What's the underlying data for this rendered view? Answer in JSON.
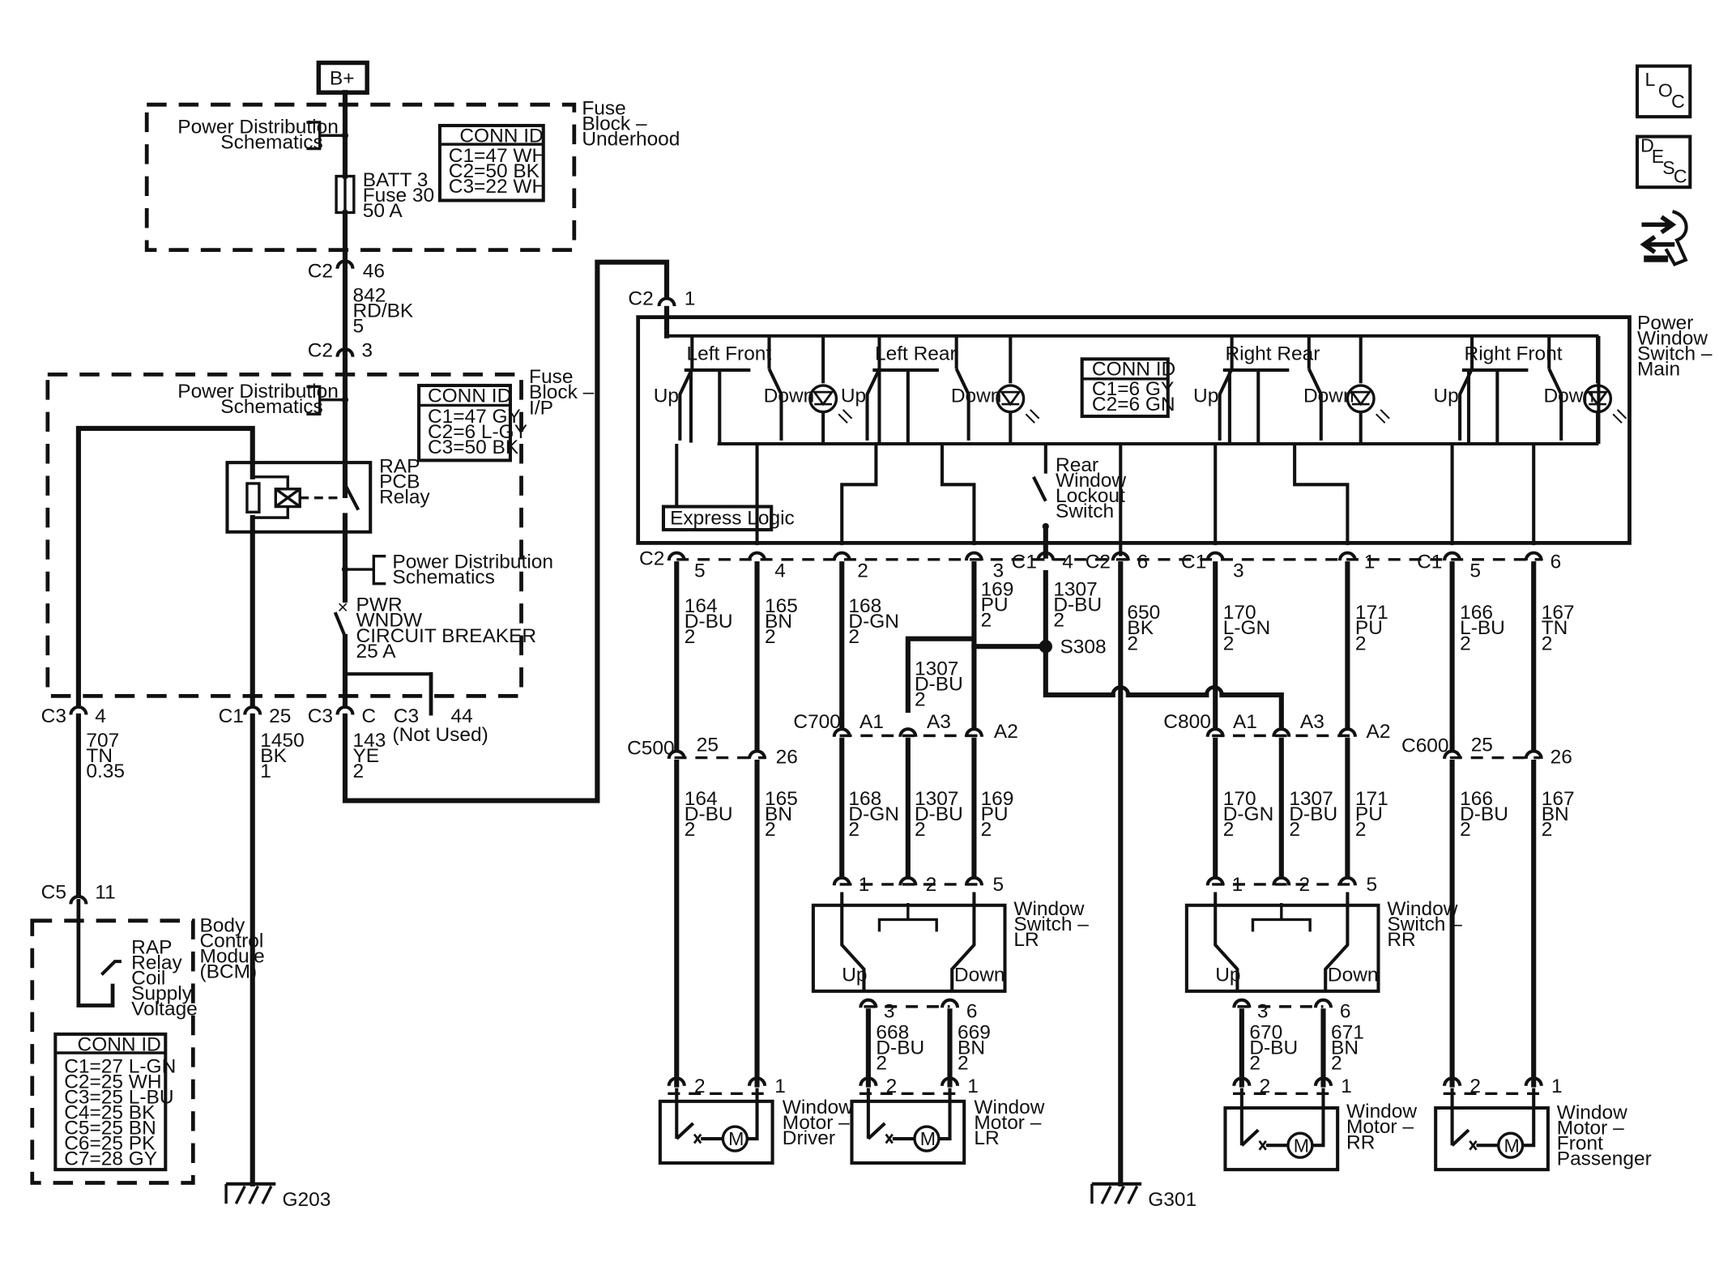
{
  "nav": {
    "loc": [
      "L",
      "O",
      "C"
    ],
    "desc": [
      "D",
      "E",
      "S",
      "C"
    ]
  },
  "supply": {
    "bplus": "B+",
    "pds": [
      "Power Distribution",
      "Schematics"
    ],
    "fuse": [
      "BATT 3",
      "Fuse 30",
      "50 A"
    ],
    "fuse_block_uh": [
      "Fuse",
      "Block –",
      "Underhood"
    ],
    "conn_uh": {
      "title": "CONN ID",
      "rows": [
        "C1=47 WH",
        "C2=50 BK",
        "C3=22 WH"
      ]
    },
    "c2_46": [
      "C2",
      "46"
    ],
    "wire842": [
      "842",
      "RD/BK",
      "5"
    ],
    "c2_3": [
      "C2",
      "3"
    ],
    "fuse_block_ip": [
      "Fuse",
      "Block –",
      "I/P"
    ],
    "conn_ip": {
      "title": "CONN ID",
      "rows": [
        "C1=47 GY",
        "C2=6 L-GY",
        "C3=50 BK"
      ]
    },
    "relay": [
      "RAP",
      "PCB",
      "Relay"
    ],
    "breaker": [
      "PWR",
      "WNDW",
      "CIRCUIT BREAKER",
      "25 A"
    ],
    "c3_4": [
      "C3",
      "4"
    ],
    "c1_25": [
      "C1",
      "25"
    ],
    "c3_c": [
      "C3",
      "C"
    ],
    "c3_44": [
      "C3",
      "44",
      "(Not Used)"
    ],
    "wire707": [
      "707",
      "TN",
      "0.35"
    ],
    "wire1450": [
      "1450",
      "BK",
      "1"
    ],
    "wire143": [
      "143",
      "YE",
      "2"
    ],
    "c5_11": [
      "C5",
      "11"
    ],
    "bcm": [
      "Body",
      "Control",
      "Module",
      "(BCM)"
    ],
    "bcm_relay": [
      "RAP",
      "Relay",
      "Coil",
      "Supply",
      "Voltage"
    ],
    "conn_bcm": {
      "title": "CONN ID",
      "rows": [
        "C1=27 L-GN",
        "C2=25 WH",
        "C3=25 L-BU",
        "C4=25 BK",
        "C5=25 BN",
        "C6=25 PK",
        "C7=28 GY"
      ]
    },
    "g203": "G203"
  },
  "main_switch": {
    "c2_1": [
      "C2",
      "1"
    ],
    "name": [
      "Power",
      "Window",
      "Switch –",
      "Main"
    ],
    "conn": {
      "title": "CONN ID",
      "rows": [
        "C1=6 GY",
        "C2=6 GN"
      ]
    },
    "sections": [
      "Left Front",
      "Left Rear",
      "Right Rear",
      "Right Front"
    ],
    "up": "Up",
    "down": "Down",
    "express": "Express Logic",
    "lockout": [
      "Rear",
      "Window",
      "Lockout",
      "Switch"
    ],
    "pins": {
      "c2": "C2",
      "p5": "5",
      "p4": "4",
      "p2": "2",
      "p3": "3",
      "c1a": "C1",
      "p4b": "4",
      "c2b": "C2",
      "p6": "6",
      "c1b": "C1",
      "p3b": "3",
      "p1": "1",
      "c1c": "C1",
      "p5c": "5",
      "p6c": "6"
    },
    "s308": "S308"
  },
  "wires": {
    "w164": [
      "164",
      "D-BU",
      "2"
    ],
    "w165": [
      "165",
      "BN",
      "2"
    ],
    "w168": [
      "168",
      "D-GN",
      "2"
    ],
    "w169": [
      "169",
      "PU",
      "2"
    ],
    "w1307a": [
      "1307",
      "D-BU",
      "2"
    ],
    "w650": [
      "650",
      "BK",
      "2"
    ],
    "w170": [
      "170",
      "L-GN",
      "2"
    ],
    "w171": [
      "171",
      "PU",
      "2"
    ],
    "w166": [
      "166",
      "L-BU",
      "2"
    ],
    "w167": [
      "167",
      "TN",
      "2"
    ],
    "w1307b": [
      "1307",
      "D-BU",
      "2"
    ],
    "w164b": [
      "164",
      "D-BU",
      "2"
    ],
    "w165b": [
      "165",
      "BN",
      "2"
    ],
    "w168b": [
      "168",
      "D-GN",
      "2"
    ],
    "w1307c": [
      "1307",
      "D-BU",
      "2"
    ],
    "w169b": [
      "169",
      "PU",
      "2"
    ],
    "w170b": [
      "170",
      "D-GN",
      "2"
    ],
    "w1307d": [
      "1307",
      "D-BU",
      "2"
    ],
    "w171b": [
      "171",
      "PU",
      "2"
    ],
    "w166b": [
      "166",
      "D-BU",
      "2"
    ],
    "w167b": [
      "167",
      "BN",
      "2"
    ],
    "w668": [
      "668",
      "D-BU",
      "2"
    ],
    "w669": [
      "669",
      "BN",
      "2"
    ],
    "w670": [
      "670",
      "D-BU",
      "2"
    ],
    "w671": [
      "671",
      "BN",
      "2"
    ]
  },
  "connectors": {
    "c500": [
      "C500",
      "25",
      "26"
    ],
    "c700": [
      "C700",
      "A1",
      "A3",
      "A2"
    ],
    "c800": [
      "C800",
      "A1",
      "A3",
      "A2"
    ],
    "c600": [
      "C600",
      "25",
      "26"
    ]
  },
  "window_switches": {
    "lr": {
      "name": [
        "Window",
        "Switch –",
        "LR"
      ],
      "pins": [
        "1",
        "2",
        "5"
      ],
      "up": "Up",
      "down": "Down",
      "out": [
        "3",
        "6"
      ]
    },
    "rr": {
      "name": [
        "Window",
        "Switch –",
        "RR"
      ],
      "pins": [
        "1",
        "2",
        "5"
      ],
      "up": "Up",
      "down": "Down",
      "out": [
        "3",
        "6"
      ]
    }
  },
  "motors": {
    "driver": {
      "name": [
        "Window",
        "Motor –",
        "Driver"
      ],
      "pins": [
        "2",
        "1"
      ],
      "m": "M"
    },
    "lr": {
      "name": [
        "Window",
        "Motor –",
        "LR"
      ],
      "pins": [
        "2",
        "1"
      ],
      "m": "M"
    },
    "rr": {
      "name": [
        "Window",
        "Motor –",
        "RR"
      ],
      "pins": [
        "2",
        "1"
      ],
      "m": "M"
    },
    "fp": {
      "name": [
        "Window",
        "Motor –",
        "Front",
        "Passenger"
      ],
      "pins": [
        "2",
        "1"
      ],
      "m": "M"
    }
  },
  "g301": "G301"
}
